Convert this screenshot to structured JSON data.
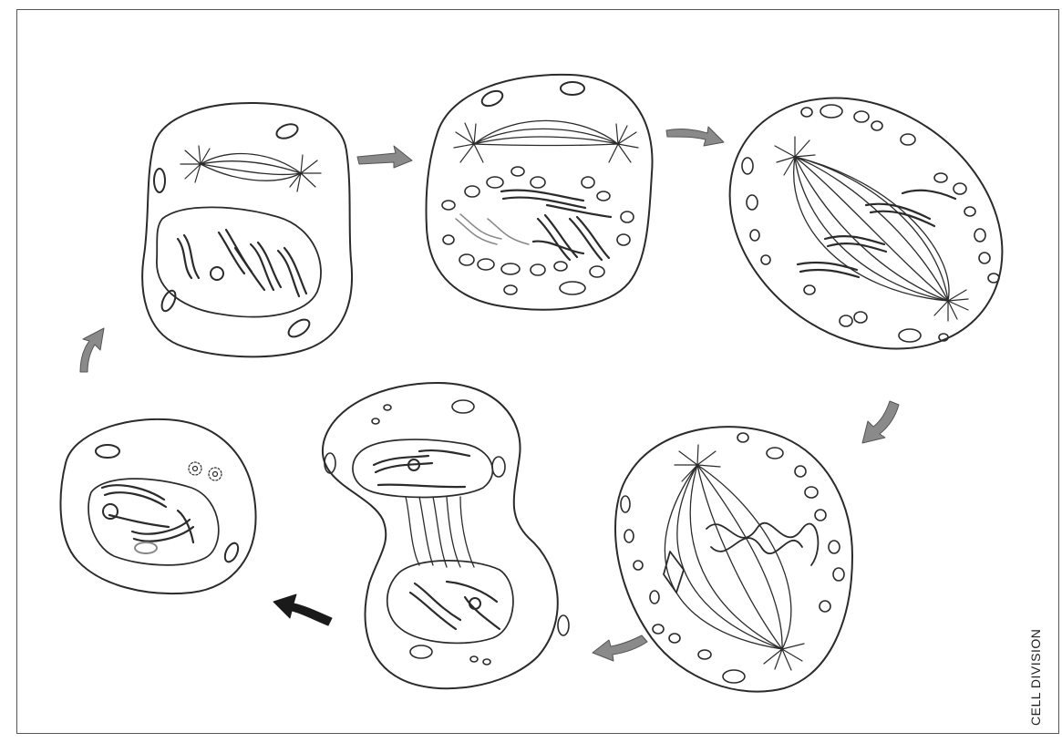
{
  "figure": {
    "side_label": "CELL DIVISION",
    "colors": {
      "stroke": "#2b2b2b",
      "arrow_fill": "#8a8a8a",
      "arrow_dark": "#1a1a1a",
      "paper": "#ffffff"
    },
    "stages": [
      {
        "id": "cell-1",
        "icon": "interphase-cell-illustration"
      },
      {
        "id": "cell-2",
        "icon": "prophase-cell-illustration"
      },
      {
        "id": "cell-3",
        "icon": "metaphase-cell-illustration"
      },
      {
        "id": "cell-4",
        "icon": "anaphase-cell-illustration"
      },
      {
        "id": "cell-5",
        "icon": "telophase-cell-illustration"
      },
      {
        "id": "cell-6",
        "icon": "daughter-cell-illustration"
      }
    ],
    "arrows": [
      {
        "id": "arrow-1-2",
        "icon": "arrow-right-icon"
      },
      {
        "id": "arrow-2-3",
        "icon": "arrow-right-icon"
      },
      {
        "id": "arrow-3-4",
        "icon": "arrow-down-icon"
      },
      {
        "id": "arrow-4-5",
        "icon": "arrow-left-icon"
      },
      {
        "id": "arrow-5-6",
        "icon": "arrow-left-icon"
      },
      {
        "id": "arrow-6-1",
        "icon": "arrow-up-icon"
      }
    ]
  }
}
